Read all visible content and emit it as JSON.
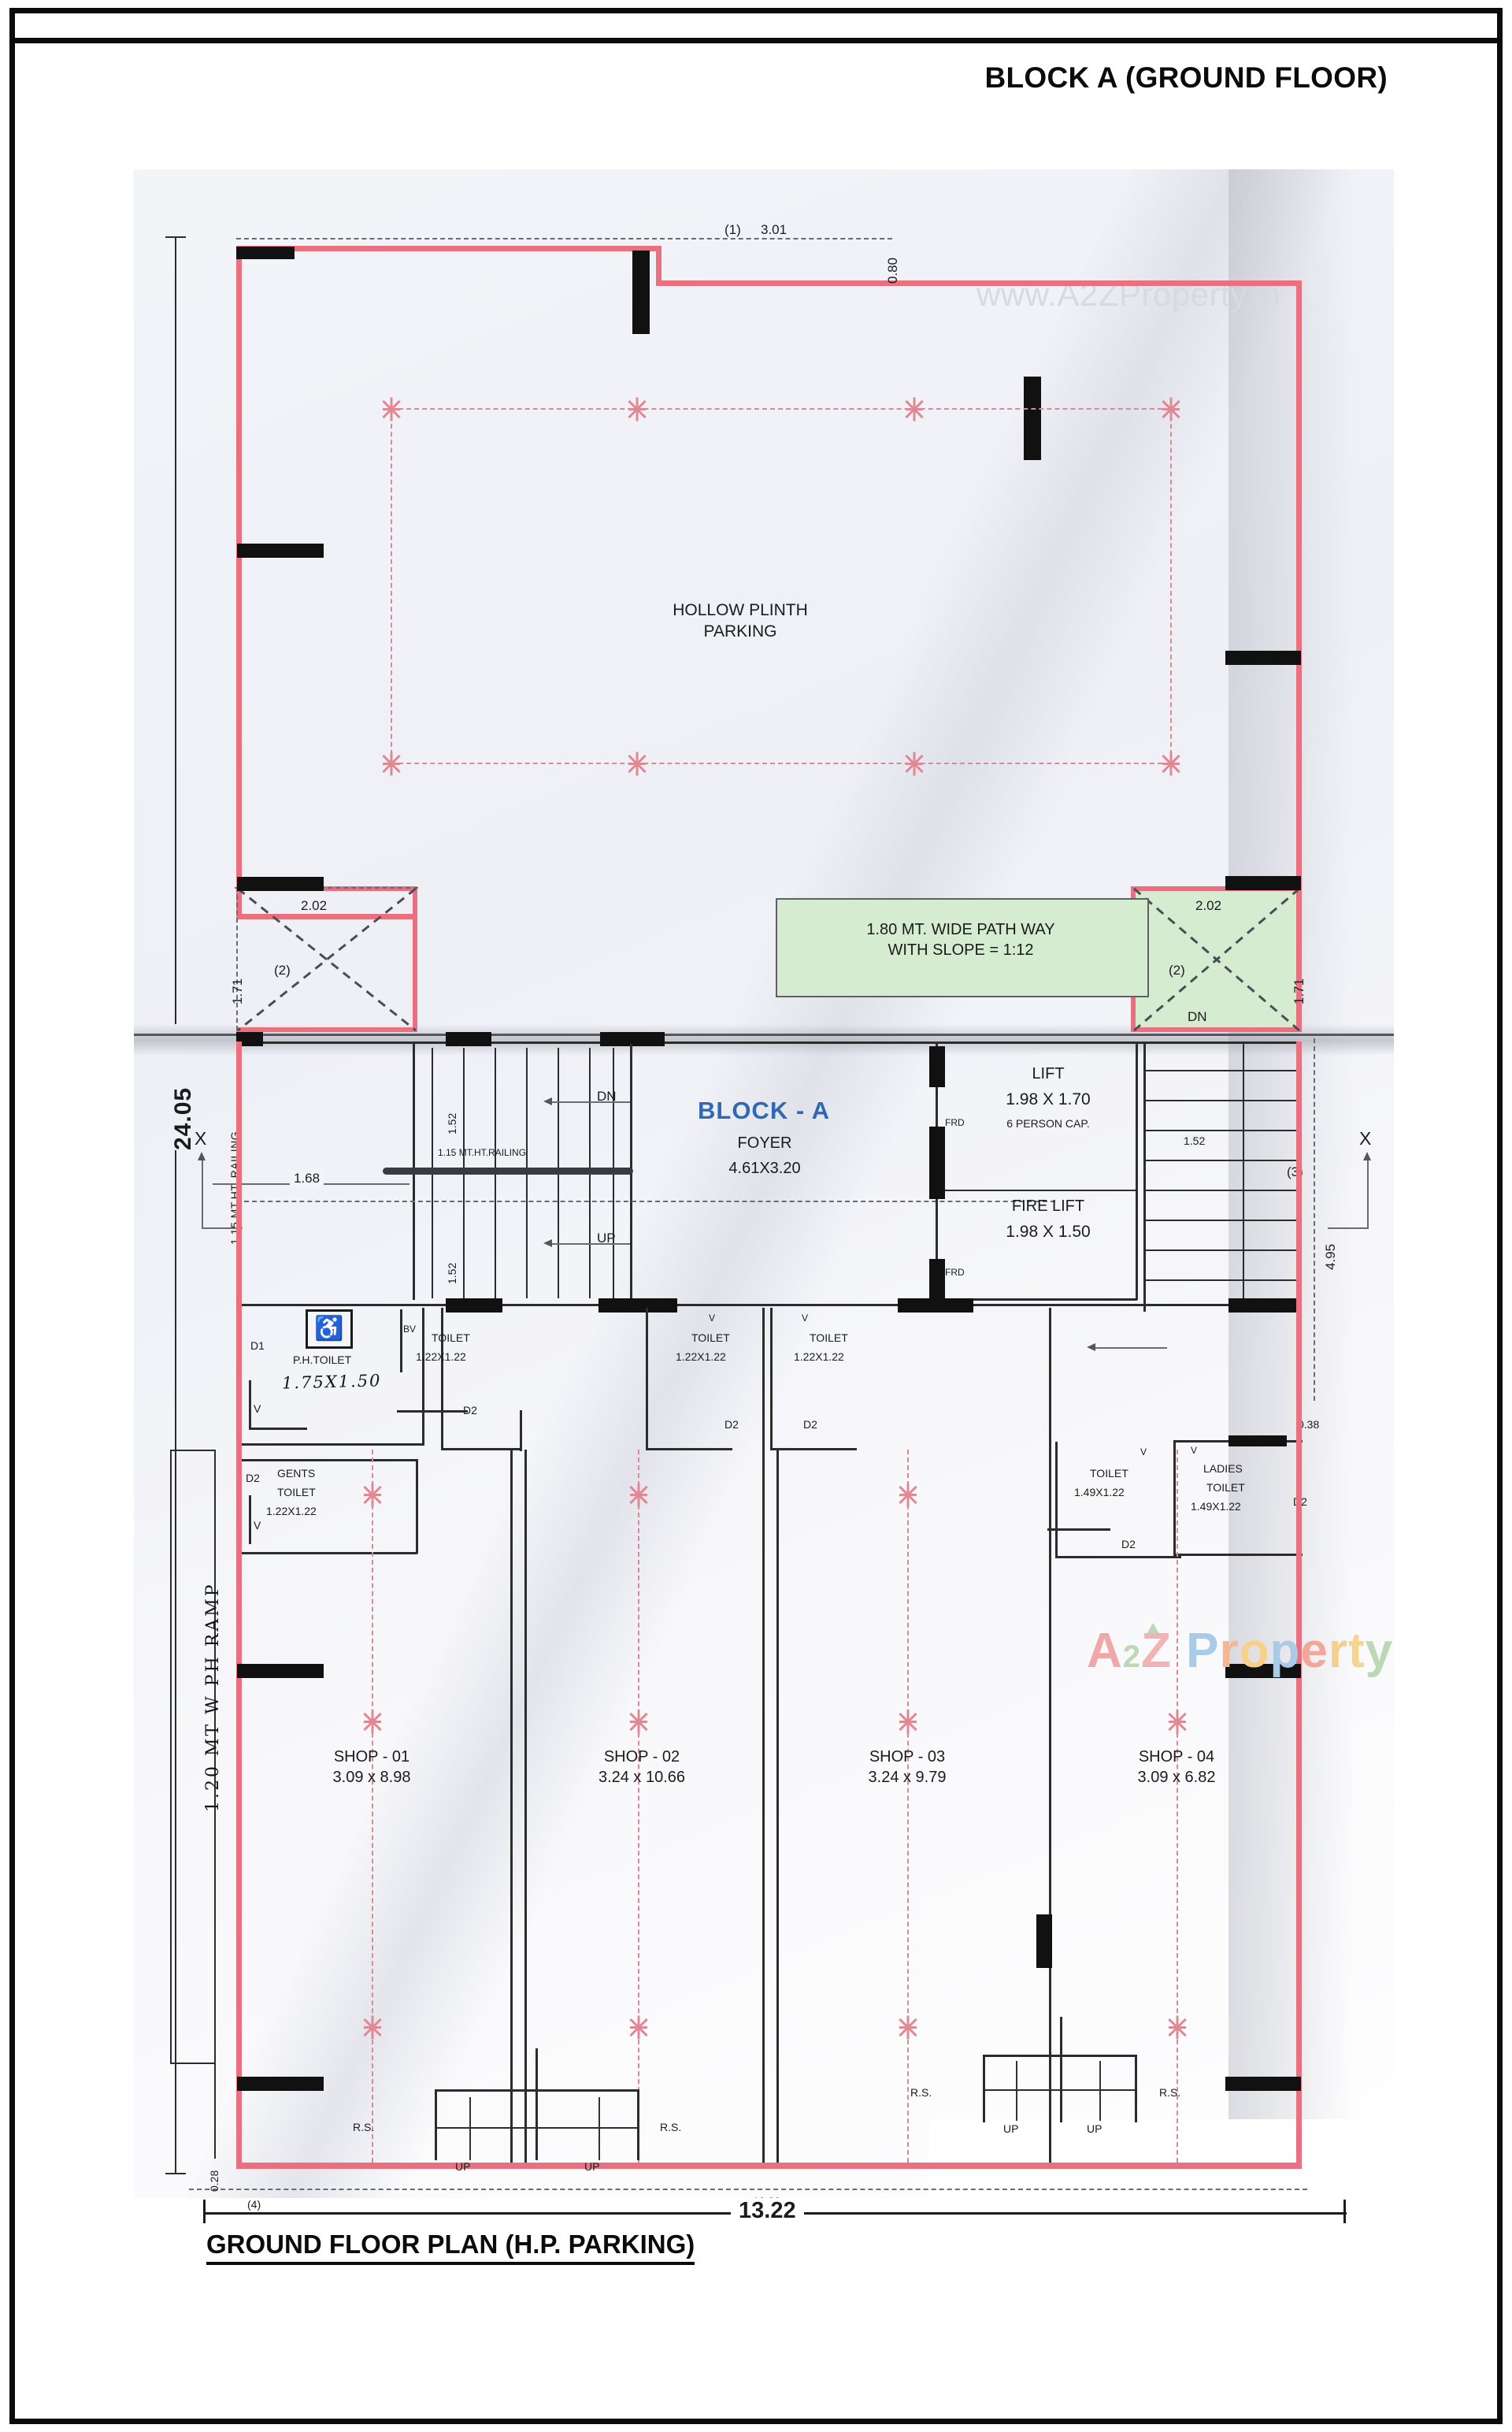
{
  "header": {
    "title": "BLOCK A (GROUND FLOOR)"
  },
  "footer": {
    "caption": "GROUND FLOOR PLAN (H.P. PARKING)"
  },
  "watermarks": {
    "top": "www.A2ZProperty.in",
    "logo_a": "A",
    "logo_two": "2",
    "logo_z": "Z",
    "logo_p": "P",
    "logo_r": "r",
    "logo_o": "o",
    "logo_pp": "p",
    "logo_e": "e",
    "logo_rr": "r",
    "logo_t": "t",
    "logo_y": "y"
  },
  "parking": {
    "label_line1": "HOLLOW PLINTH",
    "label_line2": "PARKING"
  },
  "pathway": {
    "line1": "1.80 MT. WIDE PATH WAY",
    "line2": "WITH SLOPE = 1:12"
  },
  "core": {
    "block_label": "BLOCK - A",
    "foyer_label": "FOYER",
    "foyer_size": "4.61X3.20",
    "lift_label": "LIFT",
    "lift_size": "1.98 X 1.70",
    "lift_cap": "6 PERSON CAP.",
    "fire_lift_label": "FIRE LIFT",
    "fire_lift_size": "1.98 X 1.50",
    "frd_1": "FRD",
    "frd_2": "FRD",
    "stair_dn": "DN",
    "stair_up": "UP",
    "railing_core": "1.15 MT.HT.RAILING",
    "railing_left": "1.15 MT.HT. RAILING"
  },
  "toilets": [
    {
      "name": "P.H.TOILET",
      "size": "",
      "door": "D1",
      "hand_size": "1.75X1.50"
    },
    {
      "name_line1": "GENTS",
      "name_line2": "TOILET",
      "size": "1.22X1.22",
      "door": "D2"
    },
    {
      "name": "TOILET",
      "size": "1.22X1.22",
      "door": "D2",
      "vent": "BV"
    },
    {
      "name": "TOILET",
      "size": "1.22X1.22",
      "door": "D2",
      "vent": "V"
    },
    {
      "name": "TOILET",
      "size": "1.22X1.22",
      "door": "D2",
      "vent": "V"
    },
    {
      "name": "TOILET",
      "size": "1.49X1.22",
      "door": "D2",
      "vent": "V"
    },
    {
      "name_line1": "LADIES",
      "name_line2": "TOILET",
      "size": "1.49X1.22",
      "door": "D2",
      "vent": "V"
    }
  ],
  "shops": [
    {
      "name": "SHOP - 01",
      "size": "3.09 x 8.98"
    },
    {
      "name": "SHOP - 02",
      "size": "3.24 x 10.66"
    },
    {
      "name": "SHOP - 03",
      "size": "3.24 x 9.79"
    },
    {
      "name": "SHOP - 04",
      "size": "3.09 x 6.82"
    }
  ],
  "dimensions": {
    "top_1_tag": "(1)",
    "top_1_value": "3.01",
    "top_right_080": "0.80",
    "notch_left_w": "2.02",
    "notch_left_h": "1.71",
    "notch_left_tag": "(2)",
    "notch_right_w": "2.02",
    "notch_right_h": "1.71",
    "notch_right_tag": "(2)",
    "notch_right_dn": "DN",
    "left_total": "24.05",
    "left_168": "1.68",
    "stair_152_a": "1.52",
    "stair_152_b": "1.52",
    "stair_right_152": "1.52",
    "right_tag_3": "(3)",
    "right_495": "4.95",
    "right_038": "0.38",
    "bottom_028": "0.28",
    "bottom_tag_4": "(4)",
    "bottom_inner": "13.22",
    "bottom_total": "13.22",
    "section_x_left": "X",
    "section_x_right": "X"
  },
  "annotations": {
    "ramp": "1.20 MT W PH RAMP",
    "rs_1": "R.S.",
    "rs_2": "R.S.",
    "rs_3": "R.S.",
    "rs_4": "R.S.",
    "up_1": "UP",
    "up_2": "UP",
    "up_3": "UP",
    "up_4": "UP"
  },
  "colors": {
    "boundary": "#e8707f",
    "pathway_fill": "#d6ecd0",
    "block_label": "#2f68b5",
    "wall": "#111111"
  }
}
